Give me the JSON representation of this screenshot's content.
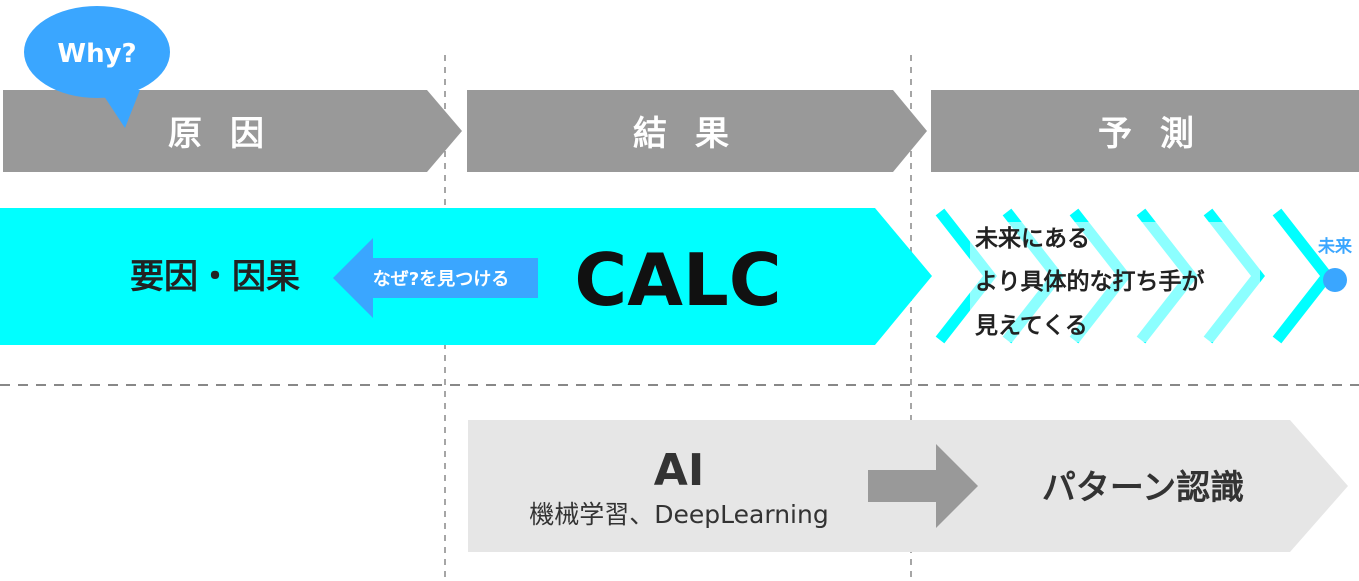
{
  "why_bubble": {
    "label": "Why?"
  },
  "stages": [
    {
      "label": "原因"
    },
    {
      "label": "結果"
    },
    {
      "label": "予測"
    }
  ],
  "calc_band": {
    "cause_label": "要因・因果",
    "find_label": "なぜ?を見つける",
    "calc_label": "CALC"
  },
  "future": {
    "lines": [
      "未来にある",
      "より具体的な打ち手が",
      "見えてくる"
    ],
    "point_label": "未来"
  },
  "ai_band": {
    "ai_label": "AI",
    "ml_label": "機械学習、DeepLearning",
    "pattern_label": "パターン認識"
  },
  "colors": {
    "stage_gray": "#999999",
    "calc_cyan": "#00ffff",
    "bubble_blue": "#3aa6ff",
    "ai_band_gray": "#e6e6e6",
    "arrow_gray": "#999999",
    "divider_gray": "#888888"
  }
}
